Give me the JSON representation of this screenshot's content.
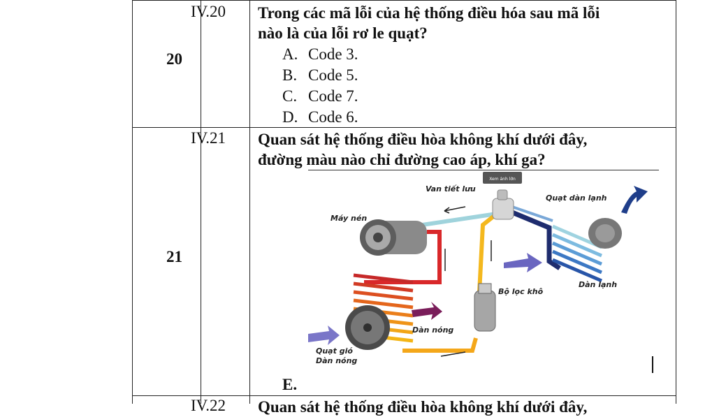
{
  "rows": [
    {
      "number": "20",
      "code": "IV.20",
      "question_lines": [
        "Trong các mã lỗi của hệ thống điều hóa sau mã lỗi",
        "nào là của lỗi rơ le quạt?"
      ],
      "options": [
        {
          "letter": "A.",
          "text": "Code 3."
        },
        {
          "letter": "B.",
          "text": "Code 5."
        },
        {
          "letter": "C.",
          "text": "Code 7."
        },
        {
          "letter": "D.",
          "text": "Code 6."
        }
      ]
    },
    {
      "number": "21",
      "code": "IV.21",
      "question_lines": [
        "Quan sát hệ thống điều hòa không khí dưới đây,",
        "đường màu nào chỉ  đường cao áp, khí ga?"
      ],
      "diagram": {
        "badge": "Xem ảnh lớn",
        "labels": {
          "valve": "Van tiết lưu",
          "evap_fan": "Quạt dàn lạnh",
          "compressor": "Máy nén",
          "filter": "Bộ lọc khô",
          "evaporator": "Dàn lạnh",
          "condenser": "Dàn nóng",
          "cond_fan_1": "Quạt gió",
          "cond_fan_2": "Dàn nóng"
        }
      },
      "option_e": "E."
    },
    {
      "code": "IV.22",
      "question_partial": "Quan sát hệ thống điều hòa không khí dưới đây,"
    }
  ]
}
